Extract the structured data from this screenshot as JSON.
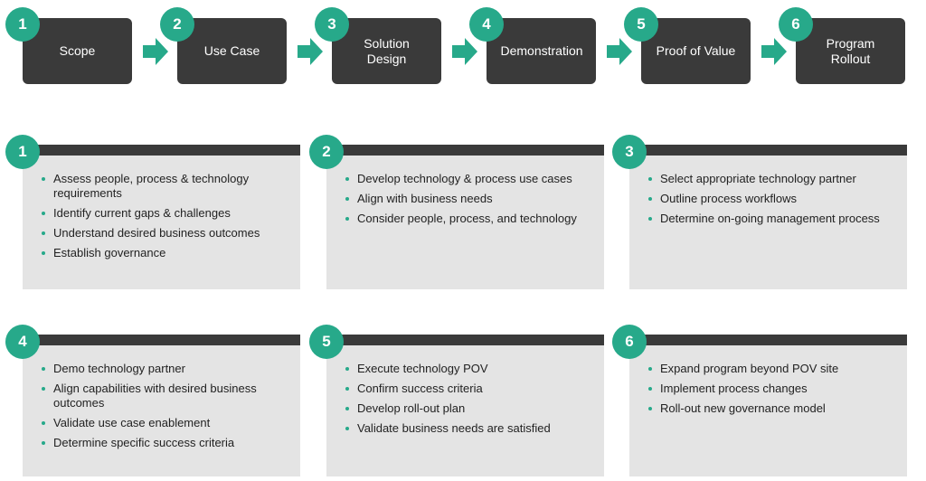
{
  "steps": [
    {
      "number": "1",
      "label": "Scope"
    },
    {
      "number": "2",
      "label": "Use Case"
    },
    {
      "number": "3",
      "label": "Solution Design"
    },
    {
      "number": "4",
      "label": "Demonstration"
    },
    {
      "number": "5",
      "label": "Proof of Value"
    },
    {
      "number": "6",
      "label": "Program Rollout"
    }
  ],
  "cards": [
    {
      "number": "1",
      "items": [
        "Assess people, process & technology requirements",
        "Identify current gaps & challenges",
        "Understand desired business outcomes",
        "Establish governance"
      ]
    },
    {
      "number": "2",
      "items": [
        "Develop technology & process use cases",
        "Align with business needs",
        "Consider people, process, and technology"
      ]
    },
    {
      "number": "3",
      "items": [
        "Select appropriate technology partner",
        "Outline process workflows",
        "Determine on-going management process"
      ]
    },
    {
      "number": "4",
      "items": [
        "Demo technology partner",
        "Align capabilities with desired business outcomes",
        "Validate use case enablement",
        "Determine specific success criteria"
      ]
    },
    {
      "number": "5",
      "items": [
        "Execute technology POV",
        "Confirm success criteria",
        "Develop roll-out plan",
        "Validate business needs are satisfied"
      ]
    },
    {
      "number": "6",
      "items": [
        "Expand program beyond POV site",
        "Implement process changes",
        "Roll-out new governance model"
      ]
    }
  ],
  "colors": {
    "accent": "#27a98a",
    "dark": "#3a3a3a",
    "card": "#e4e4e4"
  }
}
